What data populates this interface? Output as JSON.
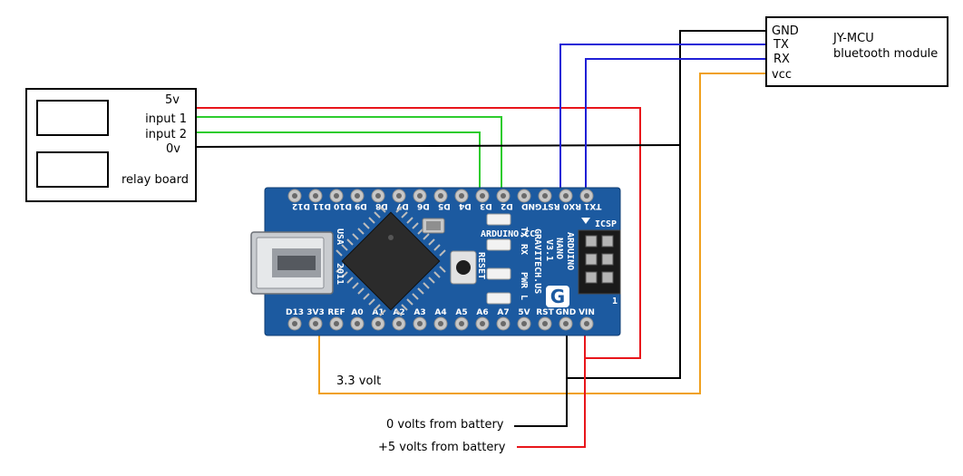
{
  "colors": {
    "red": "#e8161b",
    "green": "#2ecc2e",
    "blue": "#1f1fd6",
    "black": "#000000",
    "orange": "#f0a01e",
    "board": "#1c5aa0"
  },
  "relay_board": {
    "pin_5v": "5v",
    "pin_input1": "input 1",
    "pin_input2": "input 2",
    "pin_0v": "0v",
    "name": "relay board"
  },
  "bluetooth_module": {
    "pin_gnd": "GND",
    "pin_tx": "TX",
    "pin_rx": "RX",
    "pin_vcc": "vcc",
    "name_line1": "JY-MCU",
    "name_line2": "bluetooth module"
  },
  "arduino": {
    "top_pins": [
      "D12",
      "D11",
      "D10",
      "D9",
      "D8",
      "D7",
      "D6",
      "D5",
      "D4",
      "D3",
      "D2",
      "GND",
      "RST",
      "RX0",
      "TX1"
    ],
    "bottom_pins": [
      "D13",
      "3V3",
      "REF",
      "A0",
      "A1",
      "A2",
      "A3",
      "A4",
      "A5",
      "A6",
      "A7",
      "5V",
      "RST",
      "GND",
      "VIN"
    ],
    "site": "ARDUINO.CC",
    "made_in": "USA",
    "year": "2011",
    "model_line1": "ARDUINO",
    "model_line2": "NANO",
    "model_line3": "V3.1",
    "maker": "GRAVITECH.US",
    "reset_label": "RESET",
    "led_labels": [
      "TX",
      "RX",
      "PWR",
      "L"
    ],
    "icsp_label": "ICSP",
    "icsp_pin_number": "1"
  },
  "labels": {
    "v33": "3.3 volt",
    "battery_0v": "0 volts from battery",
    "battery_5v": "+5 volts from battery"
  }
}
